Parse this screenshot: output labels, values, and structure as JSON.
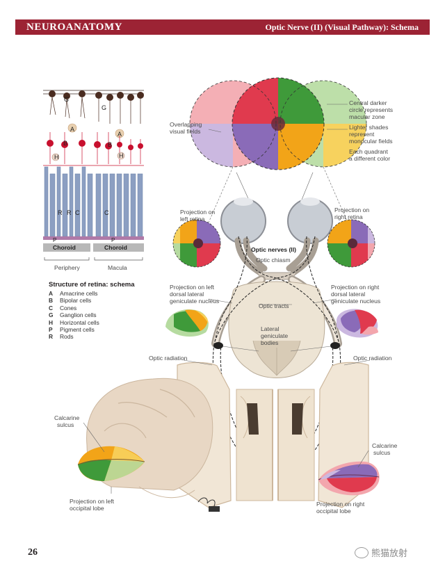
{
  "header": {
    "section": "NEUROANATOMY",
    "title": "Optic Nerve (II) (Visual Pathway): Schema"
  },
  "retina": {
    "labels": {
      "g": "G",
      "a": "A",
      "b": "B",
      "h": "H",
      "r": "R",
      "c": "C",
      "p": "P"
    },
    "choroid": "Choroid",
    "periphery": "Periphery",
    "macula": "Macula"
  },
  "legend": {
    "title": "Structure of retina: schema",
    "items": [
      {
        "key": "A",
        "text": "Amacrine cells"
      },
      {
        "key": "B",
        "text": "Bipolar cells"
      },
      {
        "key": "C",
        "text": "Cones"
      },
      {
        "key": "G",
        "text": "Ganglion cells"
      },
      {
        "key": "H",
        "text": "Horizontal cells"
      },
      {
        "key": "P",
        "text": "Pigment cells"
      },
      {
        "key": "R",
        "text": "Rods"
      }
    ]
  },
  "labels": {
    "overlapping_1": "Overlapping",
    "overlapping_2": "visual fields",
    "central_1": "Central darker",
    "central_2": "circle represents",
    "central_3": "macular zone",
    "lighter_1": "Lighter shades",
    "lighter_2": "represent",
    "lighter_3": "monocular fields",
    "quadrant_1": "Each quadrant",
    "quadrant_2": "a different color",
    "proj_left_retina_1": "Projection on",
    "proj_left_retina_2": "left retina",
    "proj_right_retina_1": "Projection on",
    "proj_right_retina_2": "right retina",
    "optic_nerves": "Optic nerves (II)",
    "optic_chiasm": "Optic chiasm",
    "proj_left_lgn_1": "Projection on left",
    "proj_left_lgn_2": "dorsal lateral",
    "proj_left_lgn_3": "geniculate nucleus",
    "proj_right_lgn_1": "Projection on right",
    "proj_right_lgn_2": "dorsal lateral",
    "proj_right_lgn_3": "geniculate nucleus",
    "optic_tracts": "Optic tracts",
    "lateral_1": "Lateral",
    "lateral_2": "geniculate",
    "lateral_3": "bodies",
    "optic_radiation_left": "Optic radiation",
    "optic_radiation_right": "Optic radiation",
    "calcarine_left_1": "Calcarine",
    "calcarine_left_2": "sulcus",
    "calcarine_right_1": "Calcarine",
    "calcarine_right_2": "sulcus",
    "proj_left_occ_1": "Projection on left",
    "proj_left_occ_2": "occipital lobe",
    "proj_right_occ_1": "Projection on right",
    "proj_right_occ_2": "occipital lobe"
  },
  "page_number": "26",
  "watermark": "熊猫放射",
  "colors": {
    "header": "#9c2334",
    "red": "#e03a4e",
    "green": "#3f9a3a",
    "purple": "#8a6bb8",
    "orange": "#f2a418",
    "pink_light": "#f3a6ad",
    "green_light": "#b6dba0",
    "purple_light": "#cbb8e0",
    "yellow_light": "#f7d25e"
  }
}
